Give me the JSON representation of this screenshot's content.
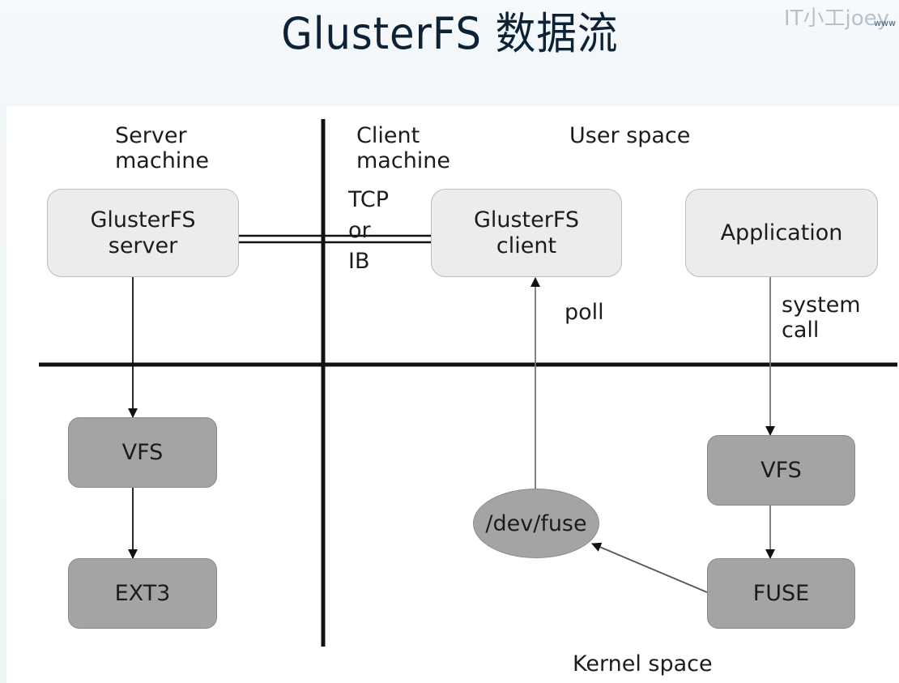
{
  "title": "GlusterFS 数据流",
  "watermark": "IT小工joey",
  "watermark_url": "www",
  "diagram": {
    "regions": {
      "server_machine": "Server\nmachine",
      "client_machine": "Client\nmachine",
      "user_space": "User space",
      "kernel_space": "Kernel space"
    },
    "link_label": "TCP\nor\nIB",
    "poll_label": "poll",
    "system_call_label": "system\ncall",
    "nodes": {
      "glusterfs_server": "GlusterFS\nserver",
      "glusterfs_client": "GlusterFS\nclient",
      "application": "Application",
      "server_vfs": "VFS",
      "ext3": "EXT3",
      "dev_fuse": "/dev/fuse",
      "client_vfs": "VFS",
      "fuse": "FUSE"
    },
    "colors": {
      "user_node_fill": "#ececec",
      "kernel_node_fill": "#a4a4a4",
      "line": "#111111"
    }
  }
}
